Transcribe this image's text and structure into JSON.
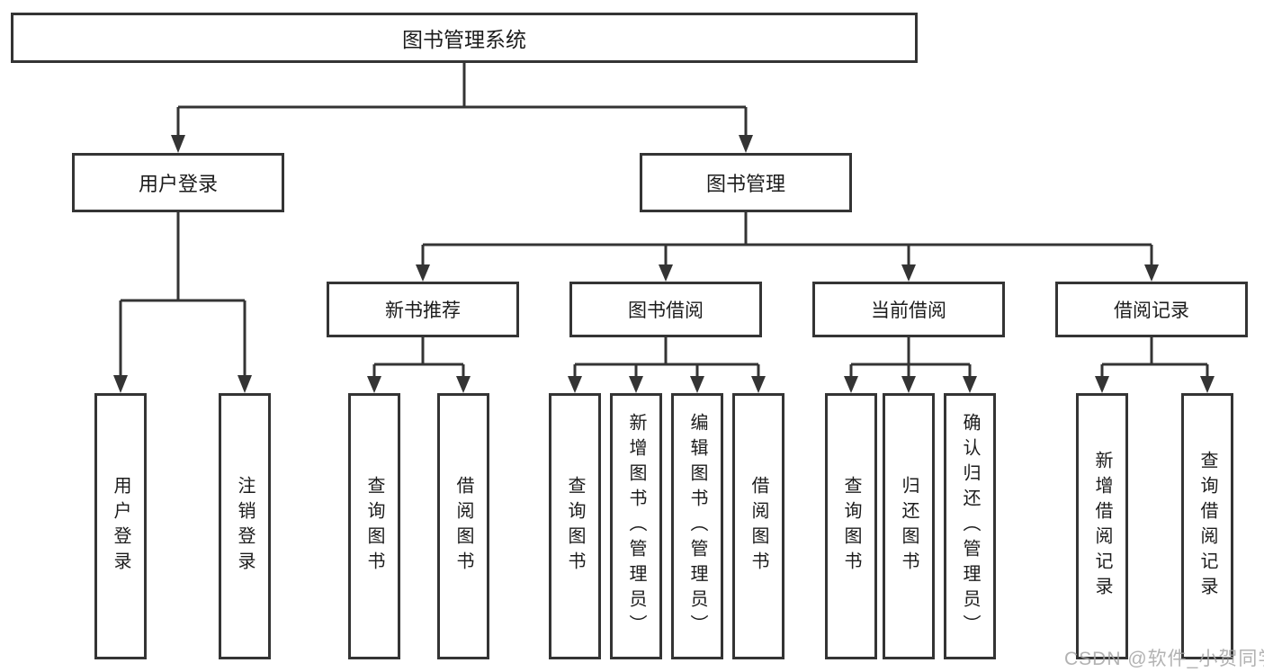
{
  "tree": {
    "root": {
      "label": "图书管理系统"
    },
    "children": [
      {
        "label": "用户登录",
        "children": [
          {
            "label": "用户登录"
          },
          {
            "label": "注销登录"
          }
        ]
      },
      {
        "label": "图书管理",
        "children": [
          {
            "label": "新书推荐",
            "children": [
              {
                "label": "查询图书"
              },
              {
                "label": "借阅图书"
              }
            ]
          },
          {
            "label": "图书借阅",
            "children": [
              {
                "label": "查询图书"
              },
              {
                "label": "新增图书（管理员）"
              },
              {
                "label": "编辑图书（管理员）"
              },
              {
                "label": "借阅图书"
              }
            ]
          },
          {
            "label": "当前借阅",
            "children": [
              {
                "label": "查询图书"
              },
              {
                "label": "归还图书"
              },
              {
                "label": "确认归还（管理员）"
              }
            ]
          },
          {
            "label": "借阅记录",
            "children": [
              {
                "label": "新增借阅记录"
              },
              {
                "label": "查询借阅记录"
              }
            ]
          }
        ]
      }
    ]
  },
  "watermark": "CSDN @软件_小贺同学",
  "colors": {
    "line": "#343434",
    "text": "#1c1c1c",
    "watermark": "#a5a5a5",
    "background": "#ffffff"
  }
}
